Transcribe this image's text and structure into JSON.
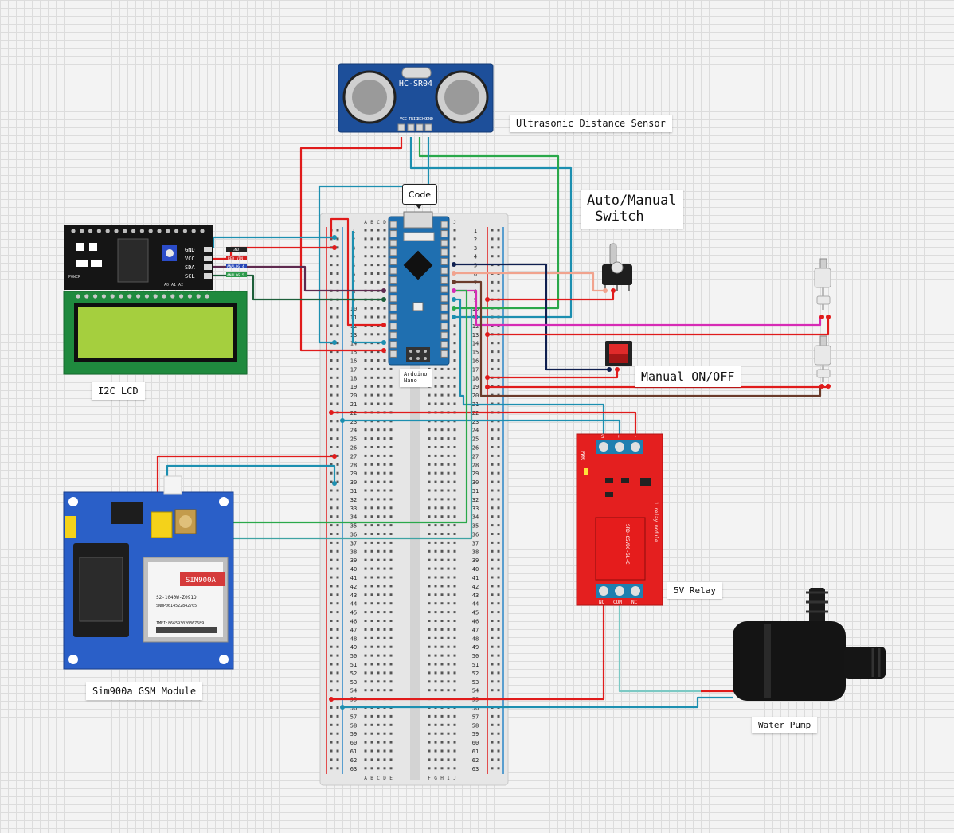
{
  "labels": {
    "ultrasonic": "Ultrasonic Distance Sensor",
    "auto_manual": "Auto/Manual\n Switch",
    "i2c_lcd": "I2C LCD",
    "manual_onoff": "Manual ON/OFF",
    "relay": "5V Relay",
    "gsm": "Sim900a GSM Module",
    "pump": "Water Pump",
    "nano": "Arduino\nNano",
    "code_button": "Code"
  },
  "hcsr04": {
    "model": "HC-SR04",
    "pins": [
      "VCC",
      "TRIG",
      "ECHO",
      "GND"
    ]
  },
  "lcd_backpack": {
    "pins": [
      "GND",
      "VCC",
      "SDA",
      "SCL"
    ],
    "power_text": "POWER",
    "addr_text": "A0 A1 A2"
  },
  "lcd_wire_tags": [
    "GND",
    "RED VIN",
    "ANALOG 4",
    "ANALOG 5"
  ],
  "gsm_module": {
    "chip": "SIM900A",
    "line1": "S2-1040W-Z091D",
    "line2": "SNMP0614522842705",
    "line3": "IMEI:866593020367689"
  },
  "relay_module": {
    "top_pins": [
      "S",
      "+",
      "-"
    ],
    "bottom_pins": [
      "NO",
      "COM",
      "NC"
    ],
    "relay_text": "SRD-05VDC-SL-C",
    "module_text": "1 relay module",
    "pwr_text": "PWR"
  },
  "breadboard": {
    "rows": [
      "1",
      "2",
      "3",
      "4",
      "5",
      "6",
      "7",
      "8",
      "9",
      "10",
      "11",
      "12",
      "13",
      "14",
      "15",
      "16",
      "17",
      "18",
      "19",
      "20",
      "21",
      "22",
      "23",
      "24",
      "25",
      "26",
      "27",
      "28",
      "29",
      "30",
      "31",
      "32",
      "33",
      "34",
      "35",
      "36",
      "37",
      "38",
      "39",
      "40",
      "41",
      "42",
      "43",
      "44",
      "45",
      "46",
      "47",
      "48",
      "49",
      "50",
      "51",
      "52",
      "53",
      "54",
      "55",
      "56",
      "57",
      "58",
      "59",
      "60",
      "61",
      "62",
      "63"
    ],
    "cols_left": [
      "A",
      "B",
      "C",
      "D",
      "E"
    ],
    "cols_right": [
      "F",
      "G",
      "H",
      "I",
      "J"
    ]
  },
  "colors": {
    "red": "#e01b1b",
    "blue": "#1c8fb0",
    "green": "#2aa84a",
    "teal": "#3fa3a3",
    "magenta": "#d62bb5",
    "navy": "#0f1f4f",
    "black": "#222222",
    "salmon": "#f1a38e",
    "brown": "#6b3b2a",
    "darkgreen": "#1d5f3a",
    "purple": "#5e2a4f"
  }
}
